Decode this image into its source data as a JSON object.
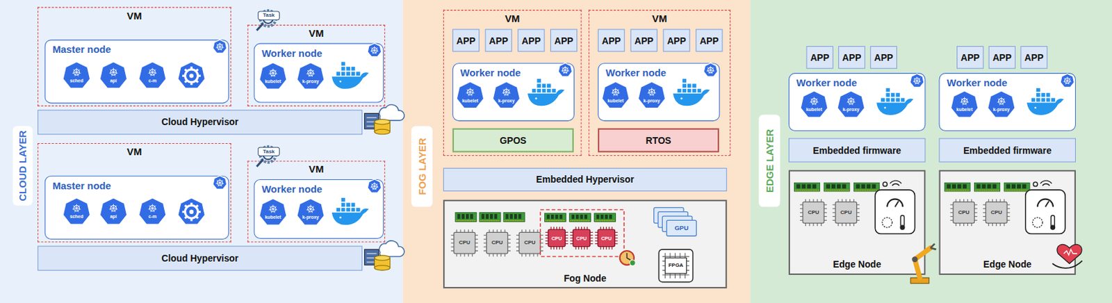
{
  "diagram": {
    "nodes": [
      {
        "text": [
          "CLOUD LAYER"
        ]
      },
      {
        "text": [
          "VM"
        ],
        "in": 0
      },
      {
        "text": [
          "Master node"
        ],
        "in": 1
      },
      {
        "text": [
          "VM"
        ],
        "in": 0
      },
      {
        "text": [
          "Worker node"
        ],
        "in": 3
      },
      {
        "text": [
          "Cloud Hypervisor"
        ],
        "in": 0
      },
      {
        "text": [
          "VM"
        ],
        "in": 0
      },
      {
        "text": [
          "Master node"
        ],
        "in": 6
      },
      {
        "text": [
          "VM"
        ],
        "in": 0
      },
      {
        "text": [
          "Worker node"
        ],
        "in": 8
      },
      {
        "text": [
          "Cloud Hypervisor"
        ],
        "in": 0
      },
      {
        "text": [
          "FOG LAYER"
        ]
      },
      {
        "text": [
          "VM"
        ],
        "in": 11
      },
      {
        "text": [
          "APP"
        ],
        "in": 12
      },
      {
        "text": [
          "APP"
        ],
        "in": 12
      },
      {
        "text": [
          "APP"
        ],
        "in": 12
      },
      {
        "text": [
          "APP"
        ],
        "in": 12
      },
      {
        "text": [
          "Worker node"
        ],
        "in": 12
      },
      {
        "text": [
          "GPOS"
        ],
        "in": 12
      },
      {
        "text": [
          "VM"
        ],
        "in": 11
      },
      {
        "text": [
          "APP"
        ],
        "in": 19
      },
      {
        "text": [
          "APP"
        ],
        "in": 19
      },
      {
        "text": [
          "APP"
        ],
        "in": 19
      },
      {
        "text": [
          "APP"
        ],
        "in": 19
      },
      {
        "text": [
          "Worker node"
        ],
        "in": 19
      },
      {
        "text": [
          "RTOS"
        ],
        "in": 19
      },
      {
        "text": [
          "Embedded Hypervisor"
        ],
        "in": 11
      },
      {
        "text": [
          "Fog Node"
        ],
        "in": 11
      },
      {
        "text": [
          "EDGE LAYER"
        ]
      },
      {
        "text": [
          "APP"
        ],
        "in": 28
      },
      {
        "text": [
          "APP"
        ],
        "in": 28
      },
      {
        "text": [
          "APP"
        ],
        "in": 28
      },
      {
        "text": [
          "Worker node"
        ],
        "in": 28
      },
      {
        "text": [
          "Embedded firmware"
        ],
        "in": 28
      },
      {
        "text": [
          "Edge Node"
        ],
        "in": 28
      },
      {
        "text": [
          "APP"
        ],
        "in": 28
      },
      {
        "text": [
          "APP"
        ],
        "in": 28
      },
      {
        "text": [
          "APP"
        ],
        "in": 28
      },
      {
        "text": [
          "Worker node"
        ],
        "in": 28
      },
      {
        "text": [
          "Embedded firmware"
        ],
        "in": 28
      },
      {
        "text": [
          "Edge Node"
        ],
        "in": 28
      }
    ],
    "labels": [
      "sched",
      "api",
      "c-m",
      "kubelet",
      "k-proxy",
      "Task",
      "sched",
      "api",
      "c-m",
      "kubelet",
      "k-proxy",
      "Task",
      "kubelet",
      "k-proxy",
      "kubelet",
      "k-proxy",
      "CPU",
      "CPU",
      "CPU",
      "CPU",
      "CPU",
      "CPU",
      "GPU",
      "FPGA",
      "kubelet",
      "k-proxy",
      "kubelet",
      "k-proxy",
      "CPU",
      "CPU",
      "CPU",
      "CPU"
    ]
  }
}
